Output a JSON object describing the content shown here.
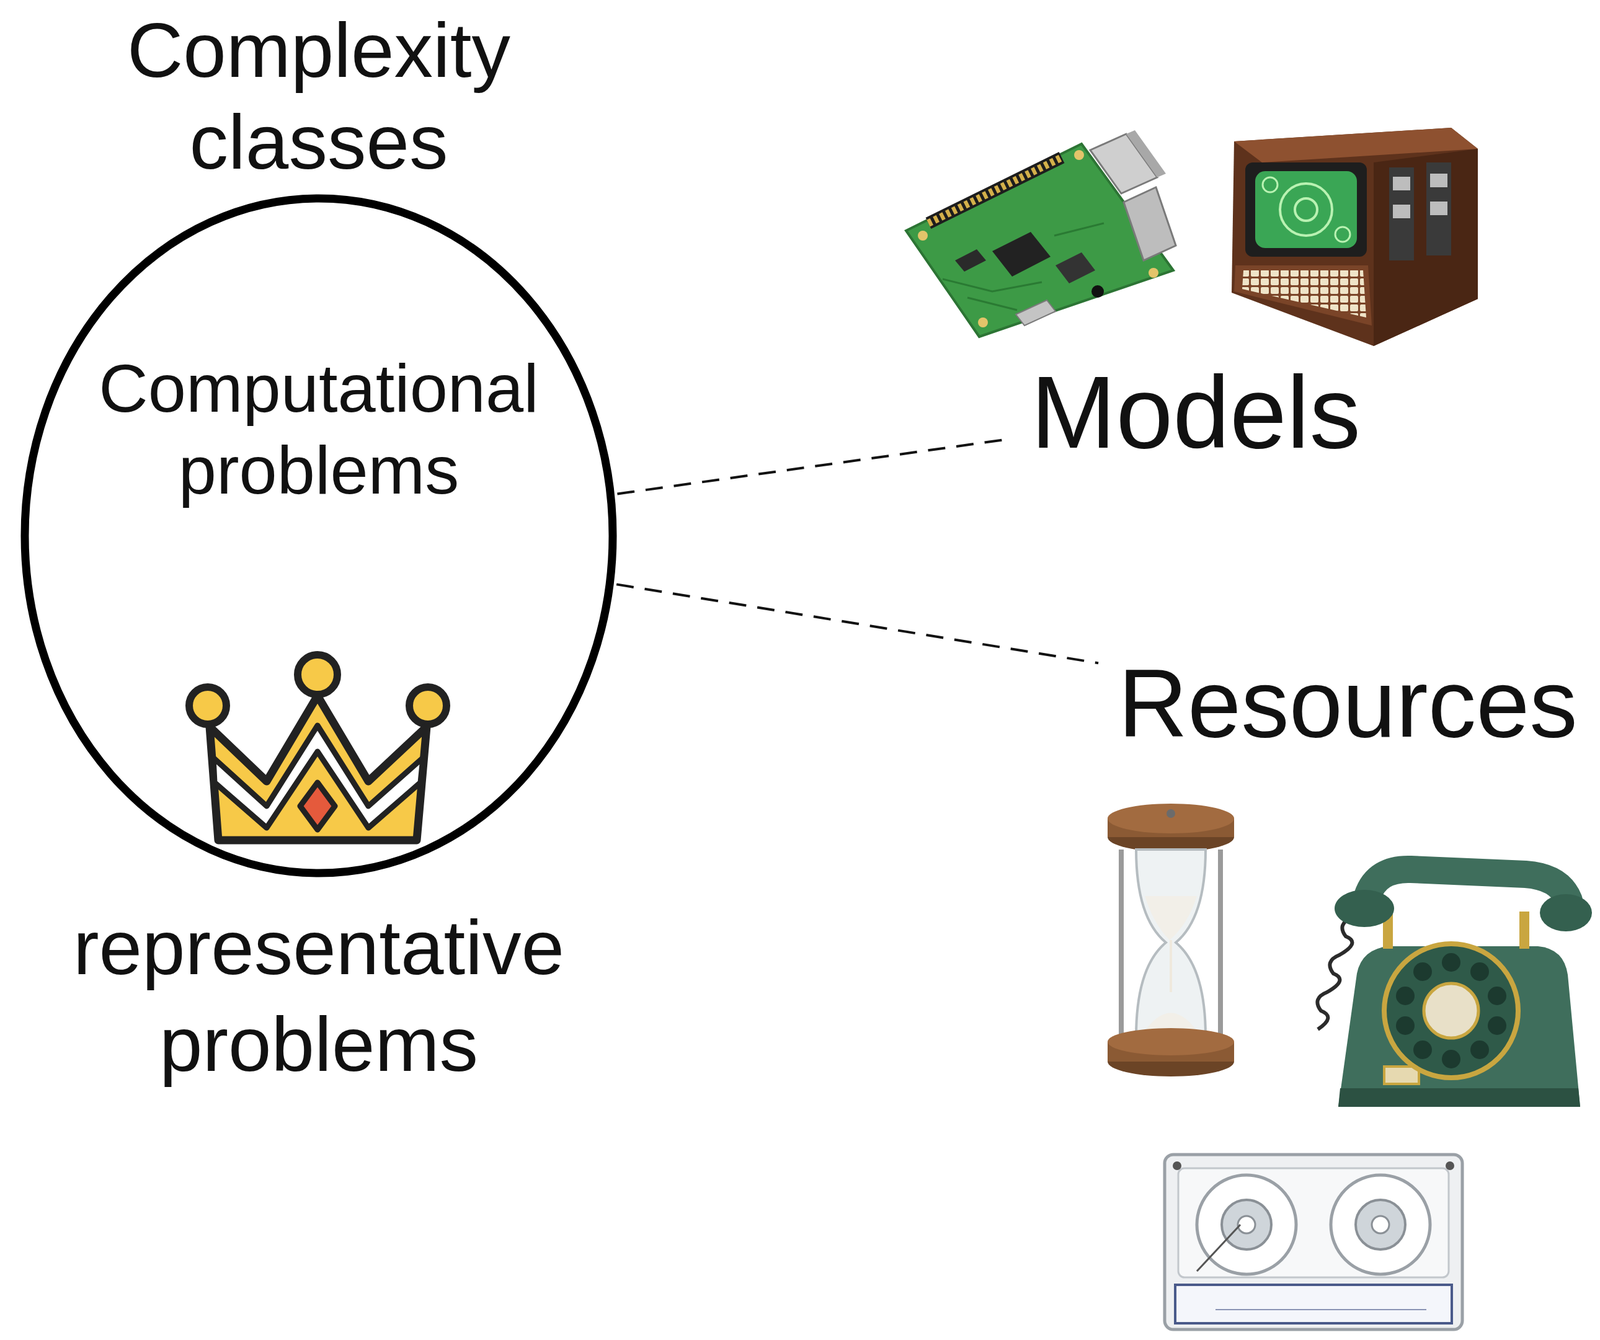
{
  "diagram": {
    "nodes": [
      {
        "text": [
          "Complexity classes",
          "Computational problems",
          "representative problems"
        ]
      },
      {
        "text": [
          "Models"
        ]
      },
      {
        "text": [
          "Resources"
        ]
      }
    ],
    "edges": [
      {
        "from": 0,
        "to": 1,
        "arrow": "none"
      },
      {
        "from": 0,
        "to": 2,
        "arrow": "none"
      }
    ]
  }
}
